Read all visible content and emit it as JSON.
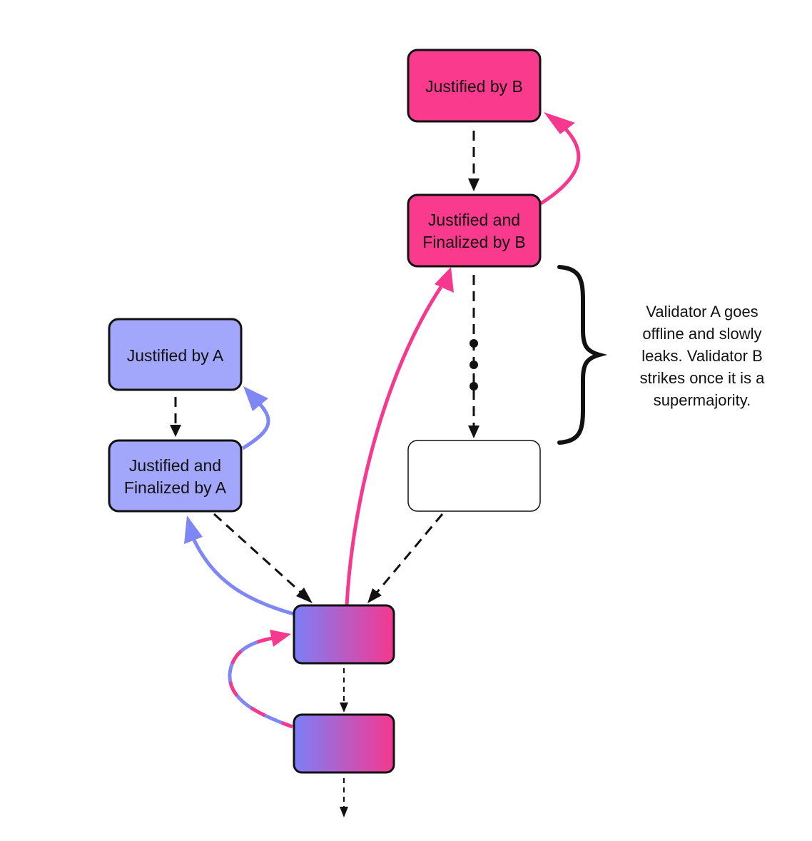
{
  "colors": {
    "validator_a": "#a3a7fb",
    "validator_a_link": "#7f87f5",
    "validator_b": "#fa3a8d",
    "validator_b_link": "#f6388e",
    "gradient_start": "#7b7ff8",
    "gradient_end": "#f5388f",
    "outline": "#111111"
  },
  "nodes": {
    "justified_b": {
      "lines": [
        "Justified by B"
      ]
    },
    "finalized_b": {
      "lines": [
        "Justified and",
        "Finalized by B"
      ]
    },
    "justified_a": {
      "lines": [
        "Justified by A"
      ]
    },
    "finalized_a": {
      "lines": [
        "Justified and",
        "Finalized by A"
      ]
    }
  },
  "annotation": {
    "lines": [
      "Validator A goes",
      "offline and slowly",
      "leaks. Validator B",
      "strikes once it is a",
      "supermajority."
    ]
  }
}
